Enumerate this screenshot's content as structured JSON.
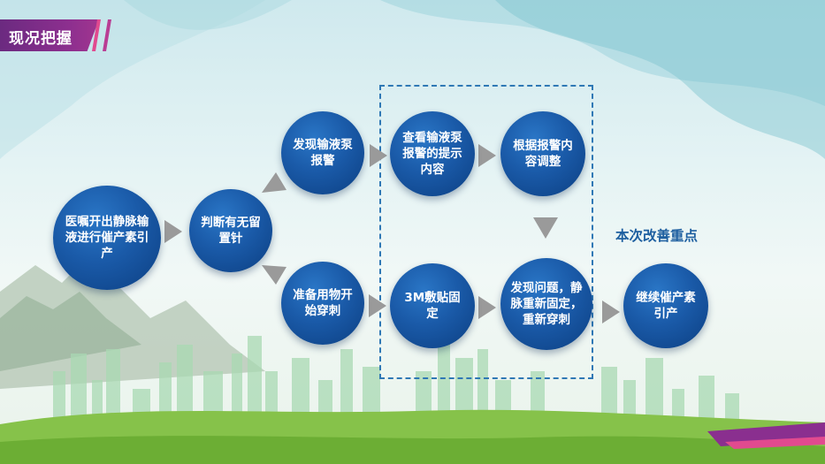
{
  "title": "现况把握",
  "callout": "本次改善重点",
  "nodes": {
    "n1": "医嘱开出静脉输液进行催产素引产",
    "n2": "判断有无留置针",
    "n3": "发现输液泵报警",
    "n4": "准备用物开始穿刺",
    "n5": "查看输液泵报警的提示内容",
    "n6": "根据报警内容调整",
    "n7": "3M敷贴固定",
    "n8": "发现问题，静脉重新固定，重新穿刺",
    "n9": "继续催产素引产"
  },
  "colors": {
    "node_fill": "#1a5aa8",
    "arrow": "#9a9a9a",
    "dashed_box": "#2f78b5",
    "title_bg": "#7a2d88",
    "callout_text": "#1e5fa0"
  }
}
